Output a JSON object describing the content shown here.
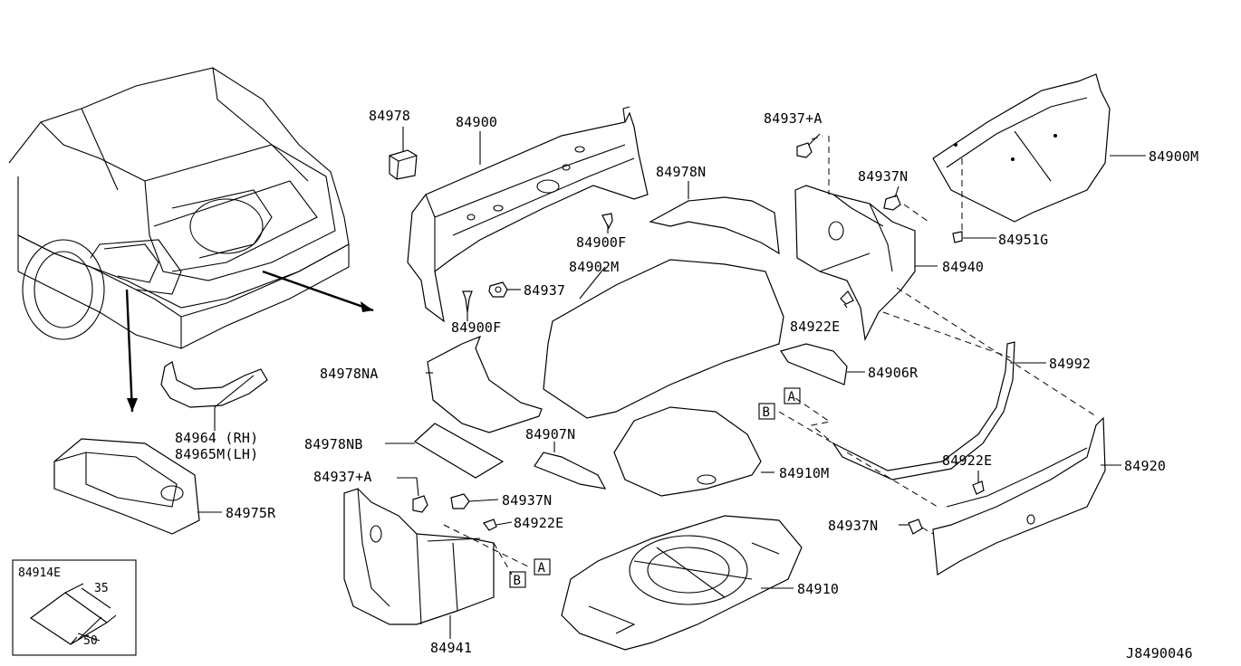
{
  "labels": {
    "p84978": "84978",
    "p84900": "84900",
    "p84937A_top": "84937+A",
    "p84900M": "84900M",
    "p84978N": "84978N",
    "p84937N_top": "84937N",
    "p84951G": "84951G",
    "p84900F_upper": "84900F",
    "p84902M": "84902M",
    "p84937": "84937",
    "p84940": "84940",
    "p84900F_lower": "84900F",
    "p84922E_top": "84922E",
    "p84978NA": "84978NA",
    "p84906R": "84906R",
    "p84992": "84992",
    "p84964": "84964 (RH)",
    "p84965M": "84965M(LH)",
    "p84978NB": "84978NB",
    "p84907N": "84907N",
    "p84910M": "84910M",
    "p84922E_right": "84922E",
    "p84920": "84920",
    "p84937A_bottom": "84937+A",
    "p84937N_mid": "84937N",
    "p84975R": "84975R",
    "p84922E_mid": "84922E",
    "p84937N_right": "84937N",
    "p84910": "84910",
    "p84941": "84941"
  },
  "references": {
    "a_upper": "A",
    "b_upper": "B",
    "a_lower": "A",
    "b_lower": "B"
  },
  "inset": {
    "part": "84914E",
    "dim_width": "35",
    "dim_length": "50"
  },
  "diagram_id": "J8490046"
}
